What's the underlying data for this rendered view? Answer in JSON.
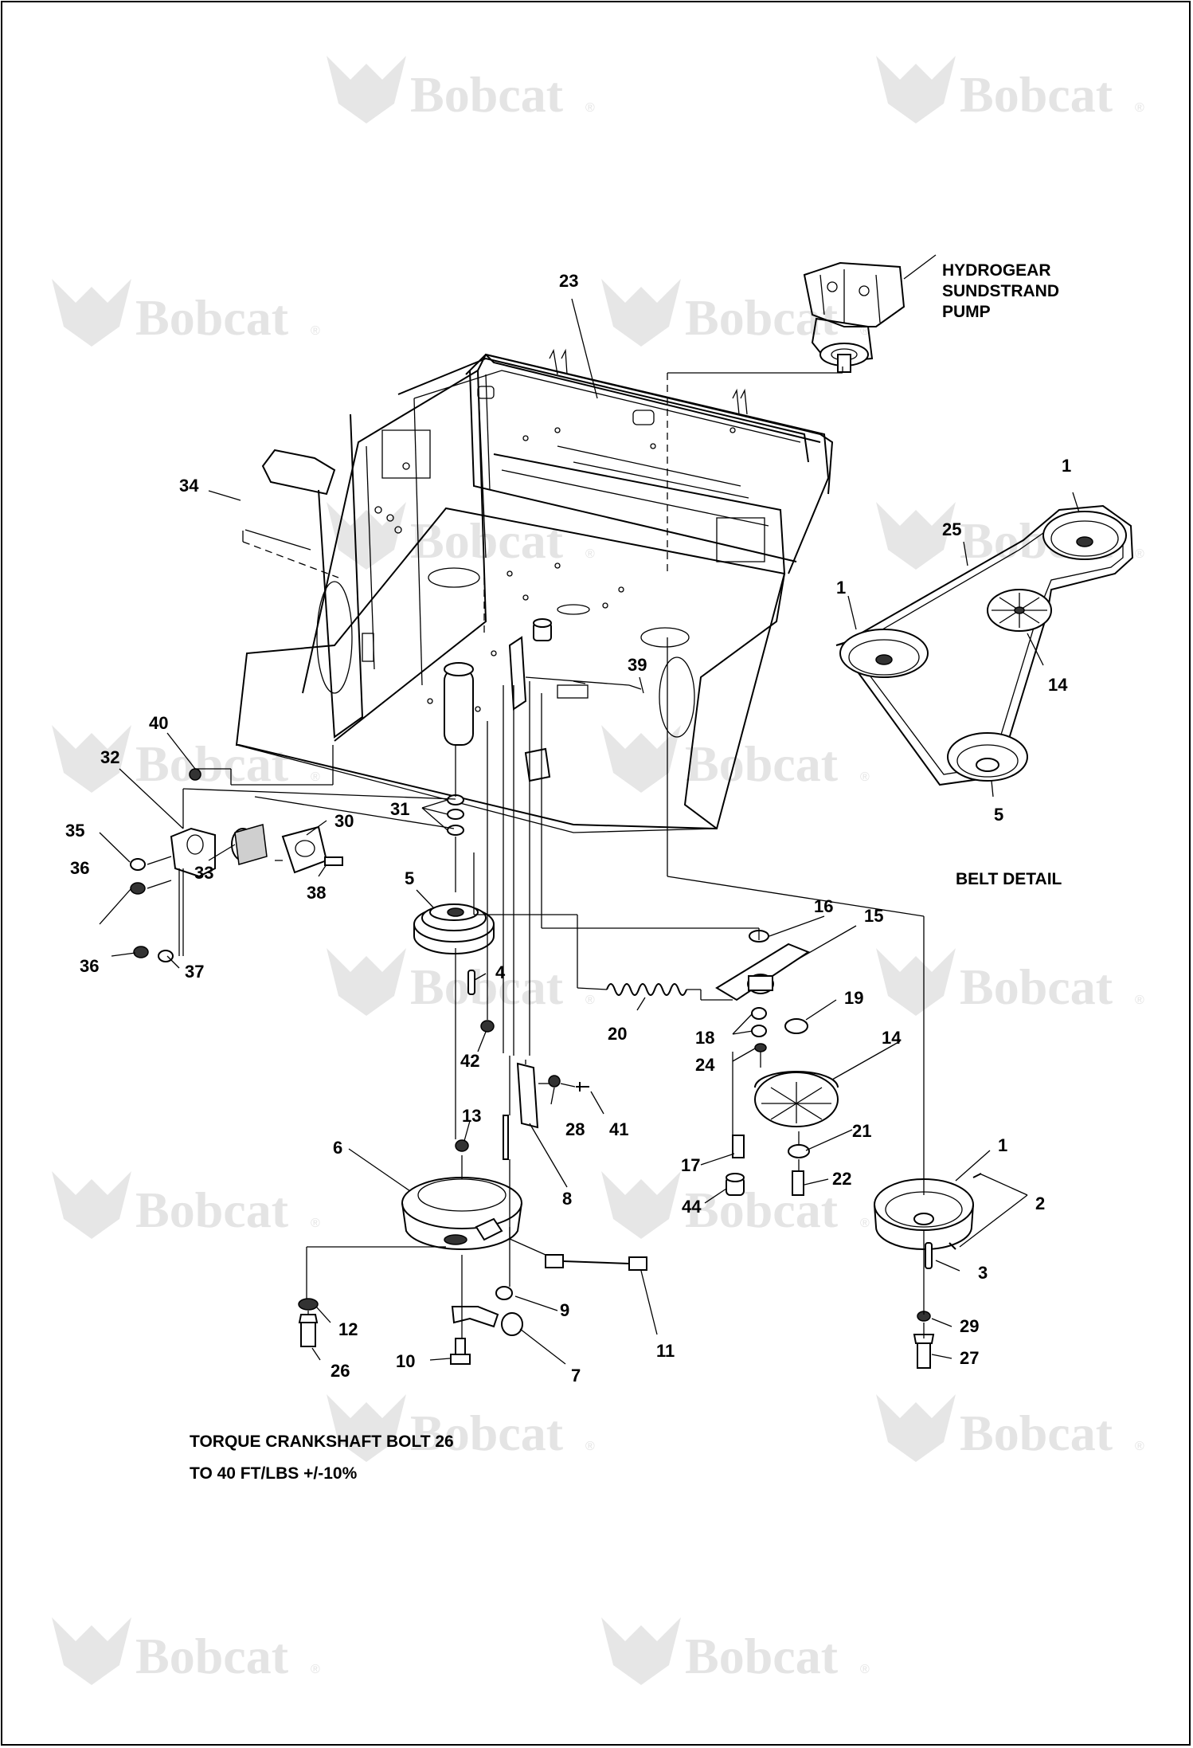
{
  "watermark": {
    "brand": "Bobcat",
    "registered": "®"
  },
  "labels": {
    "pump": [
      "HYDROGEAR",
      "SUNDSTRAND",
      "PUMP"
    ],
    "belt_detail": "BELT DETAIL",
    "torque_note": [
      "TORQUE CRANKSHAFT BOLT 26",
      "TO 40 FT/LBS +/-10%"
    ]
  },
  "callouts": {
    "c23": "23",
    "c34": "34",
    "c1a": "1",
    "c25": "25",
    "c1b": "1",
    "c14a": "14",
    "c5a": "5",
    "c39": "39",
    "c40": "40",
    "c32": "32",
    "c35": "35",
    "c36a": "36",
    "c33": "33",
    "c30": "30",
    "c38": "38",
    "c31": "31",
    "c5b": "5",
    "c36b": "36",
    "c37": "37",
    "c4": "4",
    "c16": "16",
    "c15": "15",
    "c20": "20",
    "c19": "19",
    "c18": "18",
    "c24": "24",
    "c14b": "14",
    "c42": "42",
    "c13": "13",
    "c28": "28",
    "c41": "41",
    "c6": "6",
    "c8": "8",
    "c17": "17",
    "c21": "21",
    "c22": "22",
    "c44": "44",
    "c1c": "1",
    "c2": "2",
    "c3": "3",
    "c9": "9",
    "c12": "12",
    "c26": "26",
    "c10": "10",
    "c7": "7",
    "c11": "11",
    "c29": "29",
    "c27": "27"
  }
}
